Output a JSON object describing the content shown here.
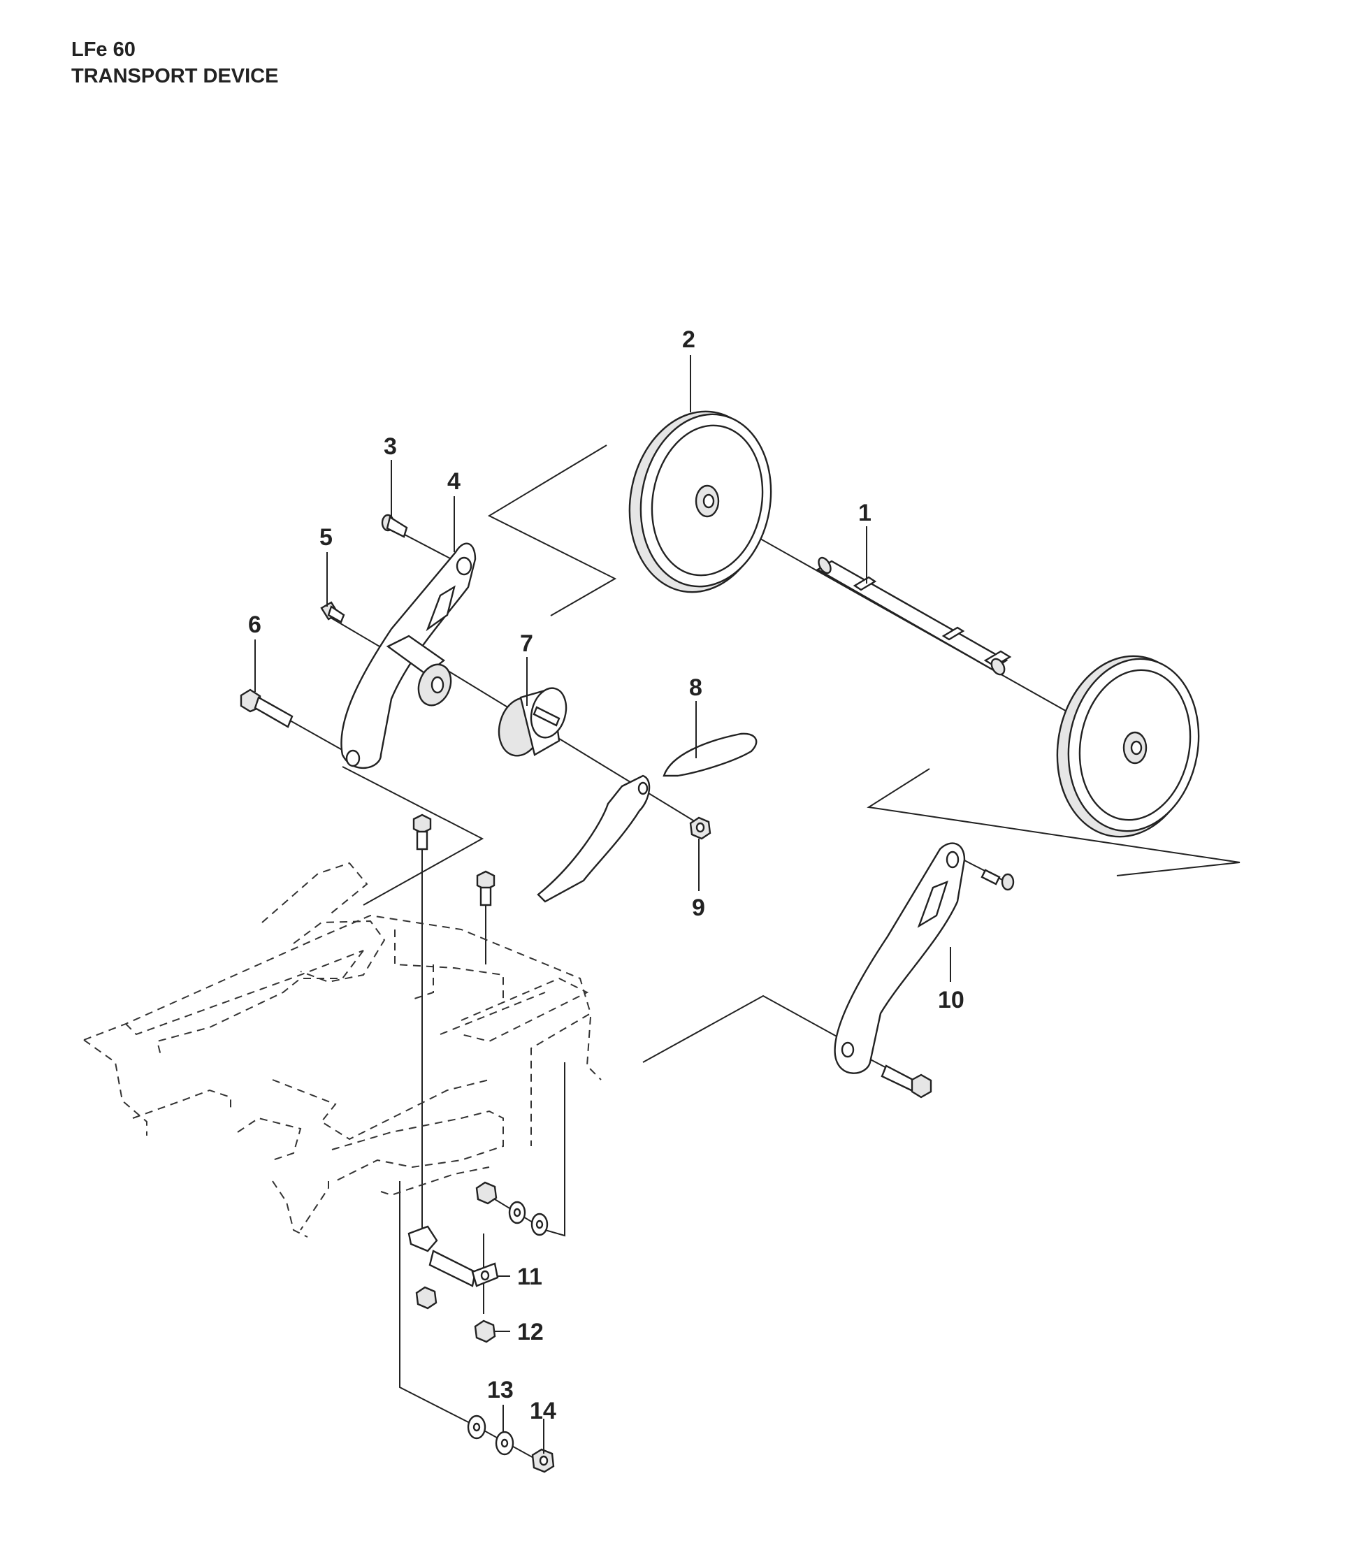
{
  "header": {
    "model": "LFe 60",
    "section": "TRANSPORT DEVICE"
  },
  "callouts": [
    "1",
    "2",
    "3",
    "4",
    "5",
    "6",
    "7",
    "8",
    "9",
    "10",
    "11",
    "12",
    "13",
    "14"
  ]
}
